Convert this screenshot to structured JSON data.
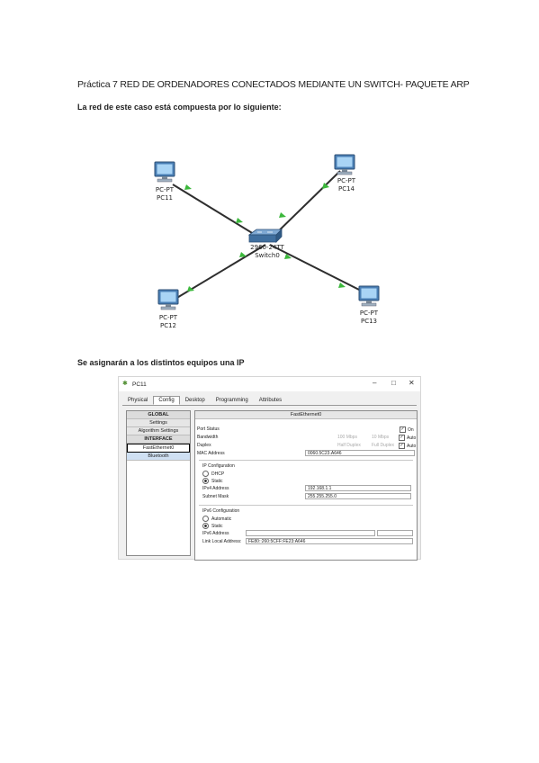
{
  "document": {
    "title": "Práctica 7 RED DE ORDENADORES CONECTADOS MEDIANTE UN SWITCH- PAQUETE ARP",
    "intro": "La red de este caso está compuesta por lo siguiente:",
    "ip_intro": "Se asignarán a los distintos equipos una IP"
  },
  "network": {
    "pcs": [
      {
        "type": "PC-PT",
        "name": "PC11"
      },
      {
        "type": "PC-PT",
        "name": "PC14"
      },
      {
        "type": "PC-PT",
        "name": "PC12"
      },
      {
        "type": "PC-PT",
        "name": "PC13"
      }
    ],
    "switch": {
      "type": "2960-24TT",
      "name": "Switch0"
    },
    "link_color": "#2e2e2e",
    "link_up_color": "#3cb83c"
  },
  "window": {
    "title": "PC11",
    "controls": [
      "–",
      "□",
      "✕"
    ],
    "tabs": [
      "Physical",
      "Config",
      "Desktop",
      "Programming",
      "Attributes"
    ],
    "active_tab": "Config",
    "sidebar": {
      "global_header": "GLOBAL",
      "global_items": [
        "Settings",
        "Algorithm Settings"
      ],
      "interface_header": "INTERFACE",
      "interface_items": [
        "FastEthernet0",
        "Bluetooth"
      ]
    },
    "panel": {
      "header": "FastEthernet0",
      "port_status_label": "Port Status",
      "port_status_value": "On",
      "bandwidth_label": "Bandwidth",
      "bandwidth_options": [
        "100 Mbps",
        "10 Mbps",
        "Auto"
      ],
      "duplex_label": "Duplex",
      "duplex_options": [
        "Half Duplex",
        "Full Duplex",
        "Auto"
      ],
      "mac_label": "MAC Address",
      "mac_value": "0060.5C23.A646",
      "ipv4_section": "IP Configuration",
      "ipv4_modes": [
        "DHCP",
        "Static"
      ],
      "ipv4_selected": "Static",
      "ipv4_address_label": "IPv4 Address",
      "ipv4_address_value": "192.168.1.1",
      "subnet_label": "Subnet Mask",
      "subnet_value": "255.255.255.0",
      "ipv6_section": "IPv6 Configuration",
      "ipv6_modes": [
        "Automatic",
        "Static"
      ],
      "ipv6_selected": "Static",
      "ipv6_address_label": "IPv6 Address",
      "ipv6_address_value": "",
      "ipv6_prefix_value": "",
      "link_local_label": "Link Local Address:",
      "link_local_value": "FE80::260:5CFF:FE23:A646"
    }
  }
}
